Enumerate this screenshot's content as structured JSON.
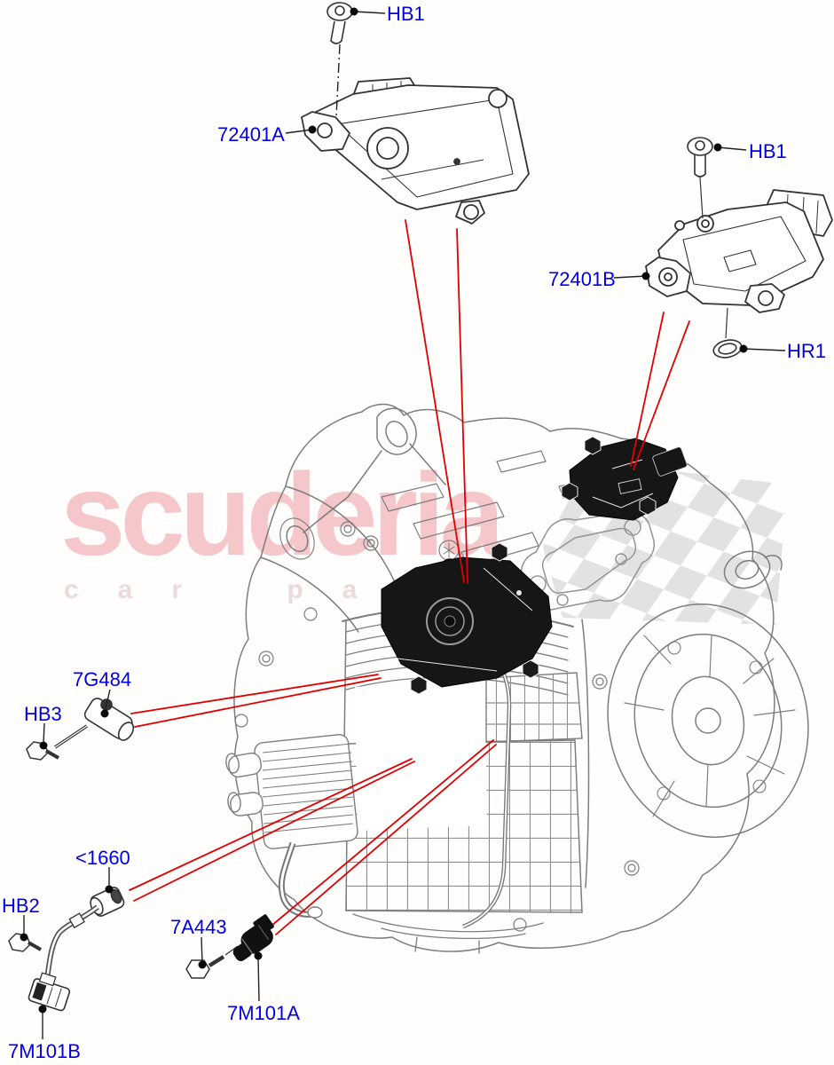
{
  "watermark": {
    "brand": "scuderia",
    "subtitle": "car parts",
    "brand_color": "#f5c6ca",
    "subtitle_color": "#ecdadb",
    "checker_color": "#e2e2e2"
  },
  "diagram": {
    "label_color": "#0000e6",
    "leader_line_color": "#e00000",
    "labels": {
      "hb1_top": "HB1",
      "part_72401a": "72401A",
      "hb1_right": "HB1",
      "part_72401b": "72401B",
      "hr1": "HR1",
      "part_7g484": "7G484",
      "hb3": "HB3",
      "lt1660": "<1660",
      "hb2": "HB2",
      "part_7a443": "7A443",
      "part_7m101a": "7M101A",
      "part_7m101b": "7M101B"
    }
  }
}
